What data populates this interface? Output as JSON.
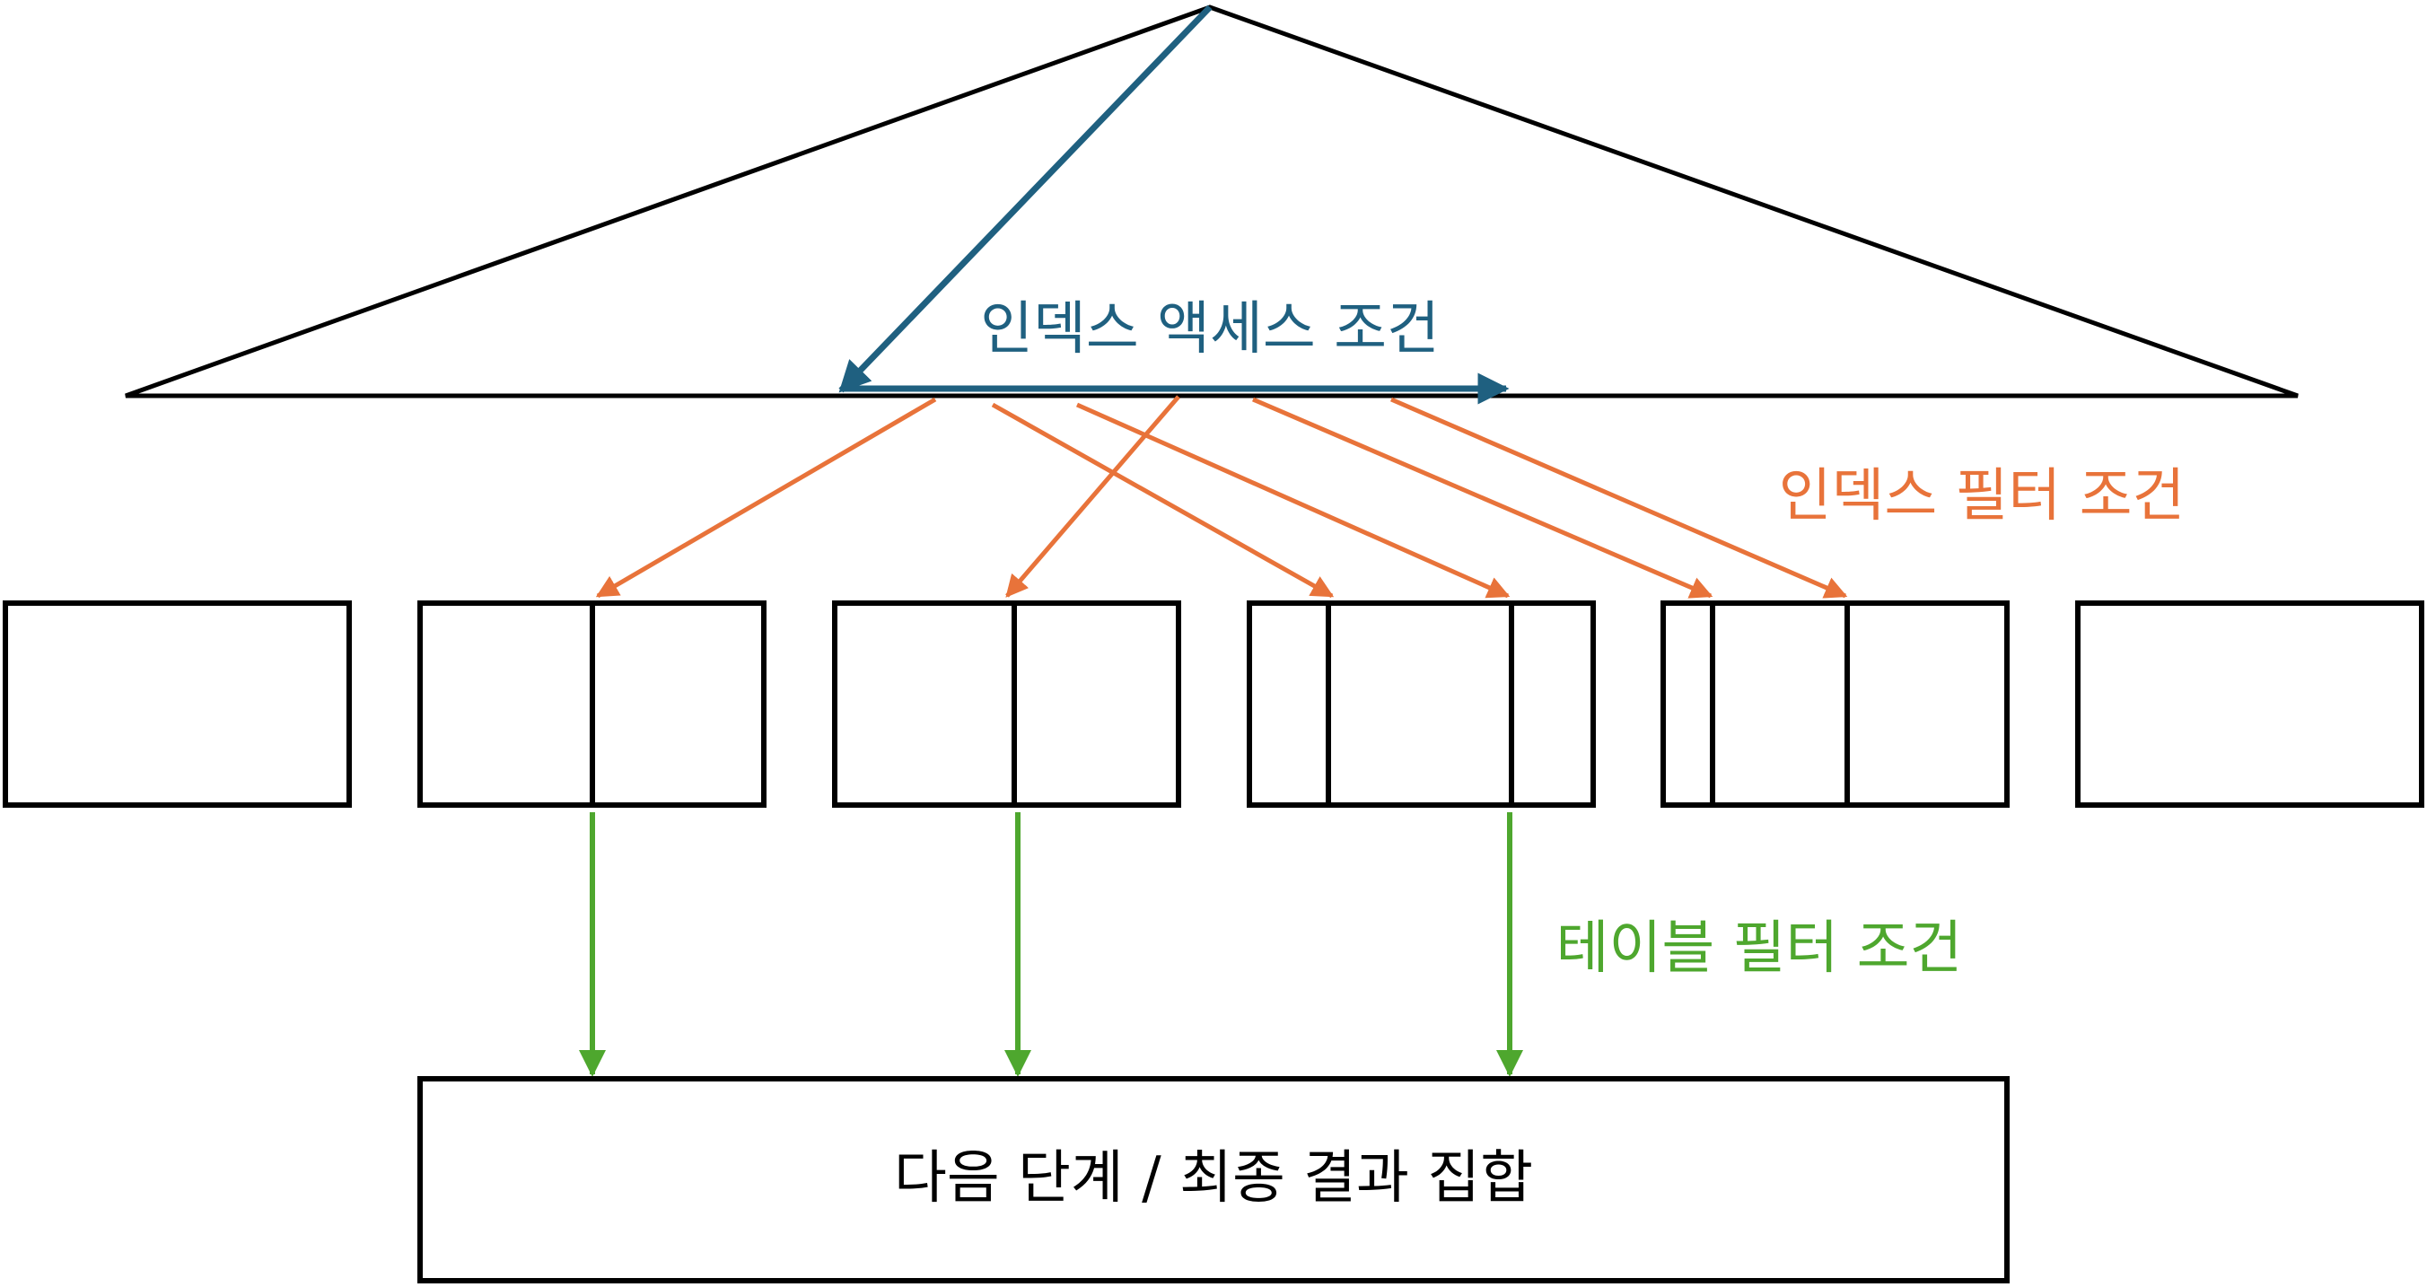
{
  "labels": {
    "index_access": "인덱스 액세스 조건",
    "index_filter": "인덱스 필터 조건",
    "table_filter": "테이블 필터 조건",
    "result": "다음 단계 / 최종 결과 집합"
  },
  "colors": {
    "index_access": "#1f6080",
    "index_filter": "#e8733a",
    "table_filter": "#4ea72e",
    "outline": "#000000"
  }
}
